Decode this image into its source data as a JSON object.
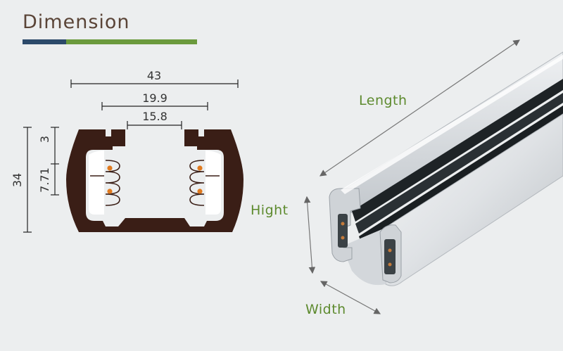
{
  "header": {
    "title": "Dimension",
    "accent_color": "#6b9a3d",
    "accent_dark": "#2c4a6a"
  },
  "cross_section": {
    "dims": {
      "overall_width": "43",
      "mid_width": "19.9",
      "slot_width": "15.8",
      "overall_height": "34",
      "top_gap": "3",
      "inner_height": "7.71"
    },
    "profile_color": "#3a1e16",
    "contact_color": "#e07a1f"
  },
  "product_view": {
    "labels": {
      "length": "Length",
      "height": "Hight",
      "width": "Width"
    },
    "label_color": "#5d8a2e"
  }
}
